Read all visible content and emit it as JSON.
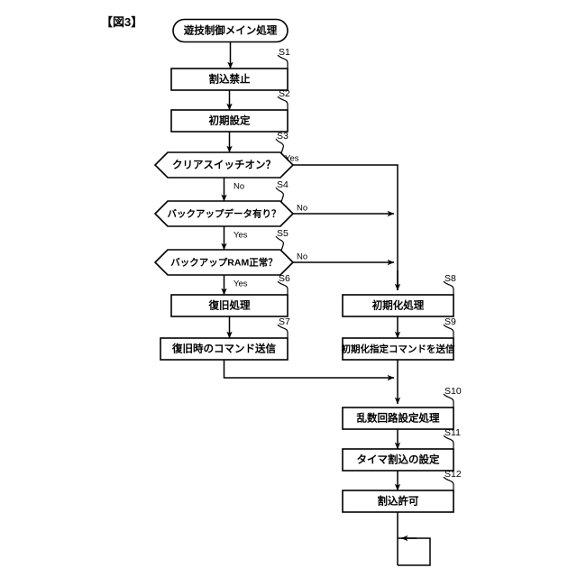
{
  "figure": {
    "title": "【図3】",
    "start_node": "遊技制御メイン処理"
  },
  "nodes": [
    {
      "id": "S1",
      "step": "S1",
      "type": "process",
      "label": "割込禁止"
    },
    {
      "id": "S2",
      "step": "S2",
      "type": "process",
      "label": "初期設定"
    },
    {
      "id": "S3",
      "step": "S3",
      "type": "decision",
      "label": "クリアスイッチオン？",
      "yes": "Yes",
      "no": "No"
    },
    {
      "id": "S4",
      "step": "S4",
      "type": "decision",
      "label": "バックアップデータ有り？",
      "yes": "Yes",
      "no": "No"
    },
    {
      "id": "S5",
      "step": "S5",
      "type": "decision",
      "label": "バックアップRAM正常？",
      "yes": "Yes",
      "no": "No"
    },
    {
      "id": "S6",
      "step": "S6",
      "type": "process",
      "label": "復旧処理"
    },
    {
      "id": "S7",
      "step": "S7",
      "type": "process",
      "label": "復旧時のコマンド送信"
    },
    {
      "id": "S8",
      "step": "S8",
      "type": "process",
      "label": "初期化処理"
    },
    {
      "id": "S9",
      "step": "S9",
      "type": "process",
      "label": "初期化指定コマンドを送信"
    },
    {
      "id": "S10",
      "step": "S10",
      "type": "process",
      "label": "乱数回路設定処理"
    },
    {
      "id": "S11",
      "step": "S11",
      "type": "process",
      "label": "タイマ割込の設定"
    },
    {
      "id": "S12",
      "step": "S12",
      "type": "process",
      "label": "割込許可"
    }
  ],
  "branch_labels": {
    "s3_yes": "Yes",
    "s3_no": "No",
    "s4_no": "No",
    "s4_yes": "Yes",
    "s5_no": "No",
    "s5_yes": "Yes"
  },
  "colors": {
    "stroke": "#000000",
    "fill": "#ffffff",
    "background": "#ffffff"
  }
}
